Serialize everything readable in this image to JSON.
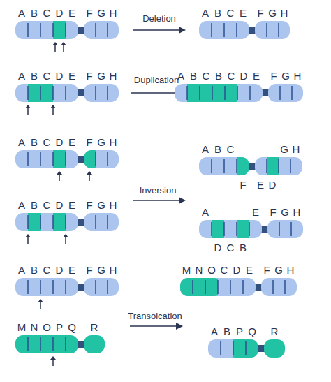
{
  "diagram": {
    "labels": [
      "A",
      "B",
      "C",
      "D",
      "E",
      "F",
      "G",
      "H",
      "Deletion",
      "A",
      "B",
      "C",
      "E",
      "F",
      "G",
      "H",
      "A",
      "B",
      "C",
      "D",
      "E",
      "F",
      "G",
      "H",
      "Duplication",
      "A",
      "B",
      "C",
      "B",
      "C",
      "D",
      "E",
      "F",
      "G",
      "H",
      "A",
      "B",
      "C",
      "D",
      "E",
      "F",
      "G",
      "H",
      "A",
      "B",
      "C",
      "G",
      "H",
      "F",
      "E",
      "D",
      "Inversion",
      "A",
      "B",
      "C",
      "D",
      "E",
      "F",
      "G",
      "H",
      "A",
      "E",
      "F",
      "G",
      "H",
      "D",
      "C",
      "B",
      "A",
      "B",
      "C",
      "D",
      "E",
      "F",
      "G",
      "H",
      "M",
      "N",
      "O",
      "C",
      "D",
      "E",
      "F",
      "G",
      "H",
      "Transolcation",
      "M",
      "N",
      "O",
      "P",
      "Q",
      "R",
      "A",
      "B",
      "P",
      "Q",
      "R"
    ]
  }
}
